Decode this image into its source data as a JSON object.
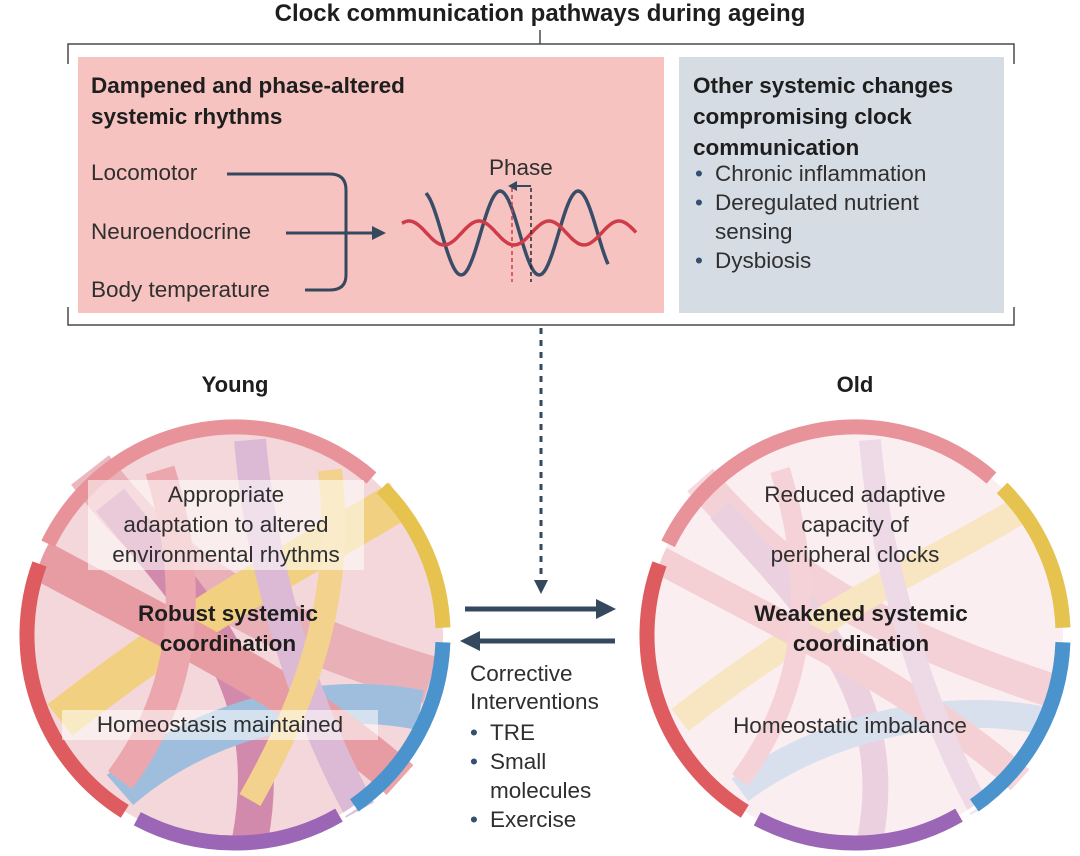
{
  "title": "Clock communication pathways during ageing",
  "left_panel": {
    "heading_line1": "Dampened and phase-altered",
    "heading_line2": "systemic rhythms",
    "inputs": [
      "Locomotor",
      "Neuroendocrine",
      "Body temperature"
    ],
    "phase_label": "Phase"
  },
  "right_panel": {
    "heading_line1": "Other systemic changes",
    "heading_line2": "compromising clock",
    "heading_line3": "communication",
    "items": [
      "Chronic inflammation",
      "Deregulated nutrient sensing",
      "Dysbiosis"
    ]
  },
  "young": {
    "title": "Young",
    "top_text": [
      "Appropriate",
      "adaptation to altered",
      "environmental rhythms"
    ],
    "center_text": [
      "Robust systemic",
      "coordination"
    ],
    "bottom_text": "Homeostasis maintained"
  },
  "old": {
    "title": "Old",
    "top_text": [
      "Reduced adaptive",
      "capacity of",
      "peripheral clocks"
    ],
    "center_text": [
      "Weakened systemic",
      "coordination"
    ],
    "bottom_text": "Homeostatic imbalance"
  },
  "interventions": {
    "heading": [
      "Corrective",
      "Interventions"
    ],
    "items": [
      "TRE",
      "Small",
      "molecules",
      "Exercise"
    ]
  },
  "colors": {
    "pink_panel": "#f6c3c0",
    "gray_panel": "#d6dce3",
    "arrow_navy": "#34495e",
    "wave_navy": "#3a4d68",
    "wave_red": "#cf3c48",
    "arc_pink": "#e8939a",
    "arc_yellow": "#e6c24f",
    "arc_blue": "#4a93cd",
    "arc_purple": "#9b66b5",
    "arc_red": "#de5b5f"
  }
}
